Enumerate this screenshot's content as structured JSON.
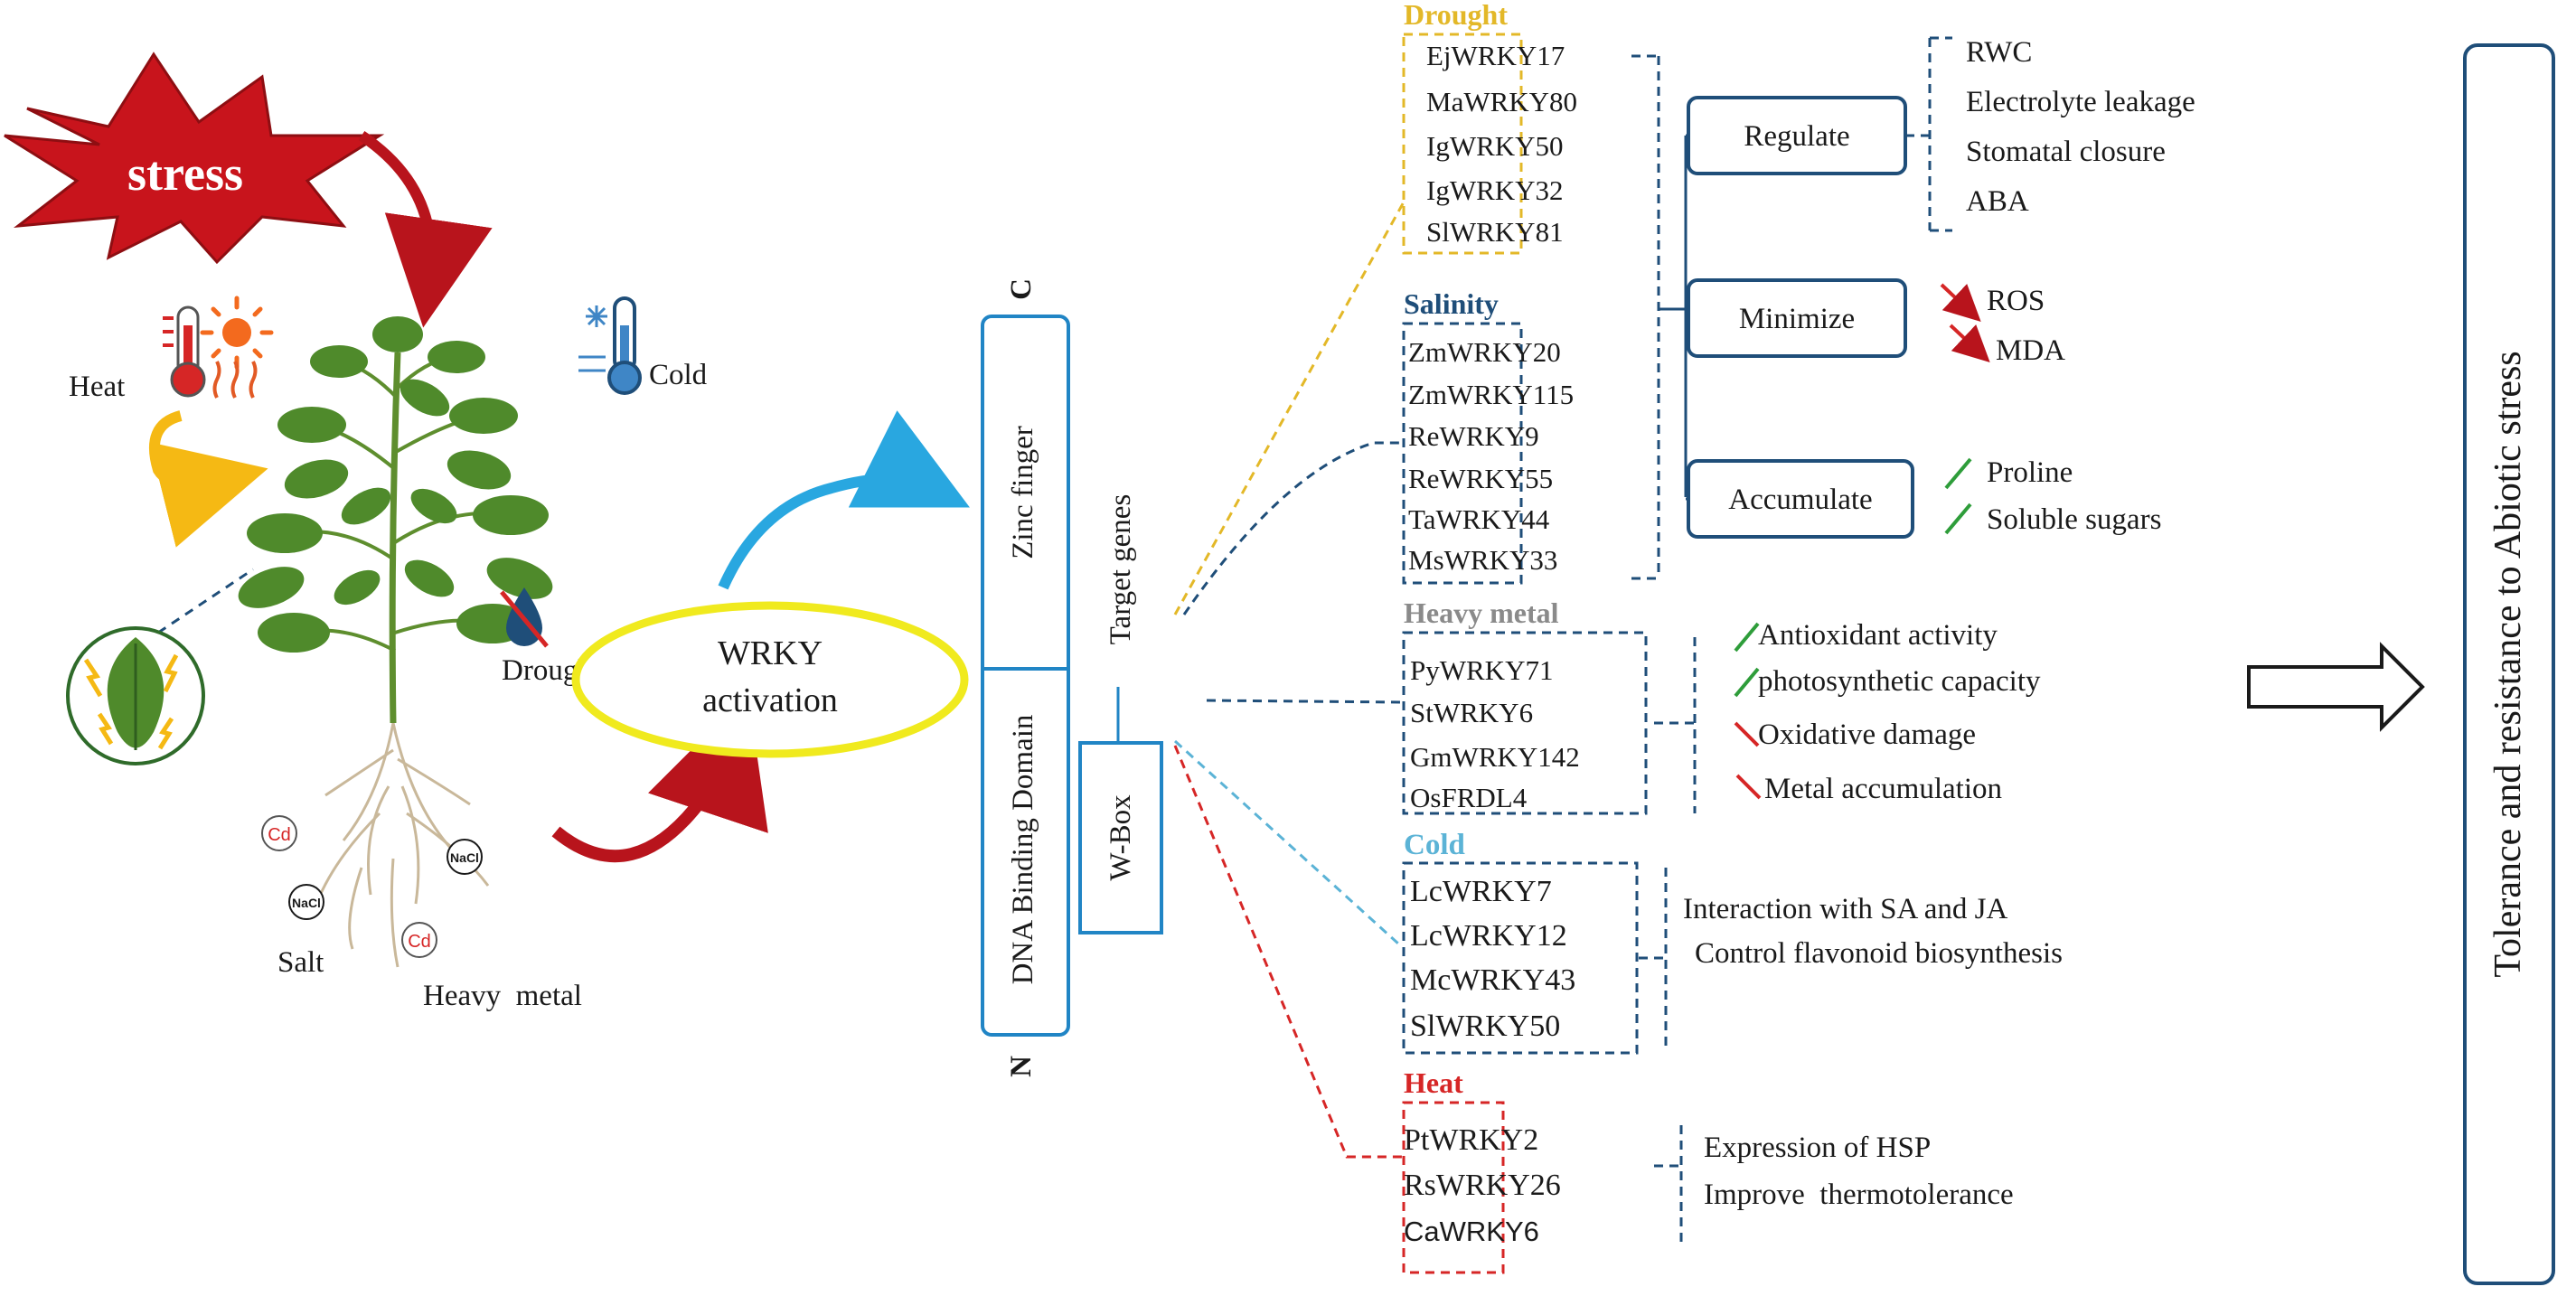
{
  "stress": {
    "label": "stress"
  },
  "env": {
    "heat": "Heat",
    "cold": "Cold",
    "drought": "Drought",
    "salt": "Salt",
    "heavy_metal": "Heavy  metal",
    "cd": "Cd",
    "nacl": "NaCl"
  },
  "wrky": {
    "line1": "WRKY",
    "line2": "activation"
  },
  "domain": {
    "c_label": "C",
    "n_label": "N",
    "zinc": "Zinc finger",
    "dbd": "DNA Binding Domain",
    "wbox": "W-Box",
    "target": "Target genes"
  },
  "groups": {
    "drought": {
      "title": "Drought",
      "color": "#e3b828",
      "genes": [
        "EjWRKY17",
        "MaWRKY80",
        "IgWRKY50",
        "IgWRKY32",
        "SlWRKY81"
      ]
    },
    "salinity": {
      "title": "Salinity",
      "color": "#1f4e79",
      "genes": [
        "ZmWRKY20",
        "ZmWRKY115",
        "ReWRKY9",
        "ReWRKY55",
        "TaWRKY44",
        "MsWRKY33"
      ]
    },
    "heavy": {
      "title": "Heavy metal",
      "color": "#8a8a8a",
      "genes": [
        "PyWRKY71",
        "StWRKY6",
        "GmWRKY142",
        "OsFRDL4"
      ]
    },
    "cold": {
      "title": "Cold",
      "color": "#5bb3d6",
      "genes": [
        "LcWRKY7",
        "LcWRKY12",
        "McWRKY43",
        "SlWRKY50"
      ]
    },
    "heat": {
      "title": "Heat",
      "color": "#d62626",
      "genes": [
        "PtWRKY2",
        "RsWRKY26",
        "CaWRKY6"
      ]
    }
  },
  "actions": {
    "regulate": "Regulate",
    "minimize": "Minimize",
    "accumulate": "Accumulate"
  },
  "effects": {
    "regulate": [
      "RWC",
      "Electrolyte leakage",
      "Stomatal closure",
      "ABA"
    ],
    "minimize": [
      "ROS",
      "MDA"
    ],
    "accumulate": [
      "Proline",
      "Soluble sugars"
    ],
    "heavy": [
      "Antioxidant activity",
      "photosynthetic capacity",
      "Oxidative damage",
      "Metal accumulation"
    ],
    "cold": [
      "Interaction with SA and JA",
      "Control flavonoid biosynthesis"
    ],
    "heat": [
      "Expression of HSP",
      "Improve  thermotolerance"
    ]
  },
  "result": {
    "label": "Tolerance and resistance to Abiotic stress"
  },
  "colors": {
    "dark_blue": "#1f4e79",
    "arrow_red": "#b8141c",
    "arrow_blue": "#29a7e0",
    "arrow_yellow": "#f5b914",
    "oval": "#f0ea1e",
    "leaf": "#4f8a2b",
    "up_green": "#2e9d3a",
    "down_red": "#d62626"
  }
}
